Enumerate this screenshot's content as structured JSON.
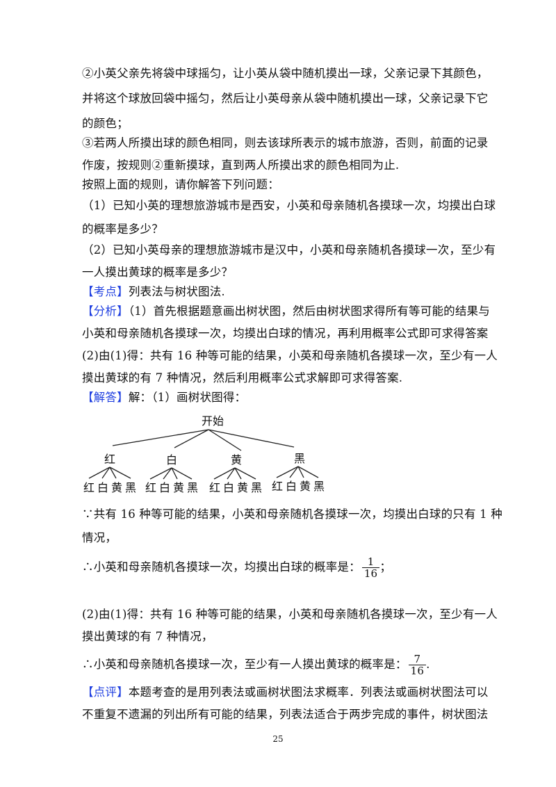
{
  "document": {
    "lines": [
      "②小英父亲先将袋中球摇匀，让小英从袋中随机摸出一球，父亲记录下其颜色，",
      "并将这个球放回袋中摇匀，然后让小英母亲从袋中随机摸出一球，父亲记录下它",
      "的颜色；",
      "③若两人所摸出球的颜色相同，则去该球所表示的城市旅游，否则，前面的记录",
      "作废，按规则②重新摸球，直到两人所摸出求的颜色相同为止.",
      "按照上面的规则，请你解答下列问题：",
      "（1）已知小英的理想旅游城市是西安，小英和母亲随机各摸球一次，均摸出白球",
      "的概率是多少？",
      "（2）已知小英母亲的理想旅游城市是汉中，小英和母亲随机各摸球一次，至少有",
      "一人摸出黄球的概率是多少？"
    ],
    "kaodian": {
      "tag": "【考点】",
      "text": "列表法与树状图法."
    },
    "fenxi": {
      "tag": "【分析】",
      "line1": "（1）首先根据题意画出树状图，然后由树状图求得所有等可能的结果与",
      "line2": "小英和母亲随机各摸球一次，均摸出白球的情况，再利用概率公式即可求得答案",
      "line3": "(2)由(1)得：共有 16 种等可能的结果，小英和母亲随机各摸球一次，至少有一人",
      "line4": "摸出黄球的有 7 种情况，然后利用概率公式求解即可求得答案."
    },
    "jieda": {
      "tag": "【解答】",
      "text": "解：（1）画树状图得："
    },
    "tree": {
      "root": "开始",
      "level1": [
        "红",
        "白",
        "黄",
        "黑"
      ],
      "level2": [
        "红",
        "白",
        "黄",
        "黑"
      ]
    },
    "solution": {
      "s1_line1": "∵共有 16 种等可能的结果，小英和母亲随机各摸球一次，均摸出白球的只有 1 种",
      "s1_line2": "情况，",
      "s1_line3": "∴小英和母亲随机各摸球一次，均摸出白球的概率是：",
      "s1_frac": {
        "num": "1",
        "den": "16"
      },
      "s1_end": "；",
      "s2_line1": "(2)由(1)得：共有 16 种等可能的结果，小英和母亲随机各摸球一次，至少有一人",
      "s2_line2": "摸出黄球的有 7 种情况，",
      "s2_line3": "∴小英和母亲随机各摸球一次，至少有一人摸出黄球的概率是：",
      "s2_frac": {
        "num": "7",
        "den": "16"
      },
      "s2_end": "."
    },
    "dianping": {
      "tag": "【点评】",
      "line1": "本题考查的是用列表法或画树状图法求概率．列表法或画树状图法可以",
      "line2": "不重复不遗漏的列出所有可能的结果，列表法适合于两步完成的事件，树状图法"
    },
    "page_number": "25"
  },
  "colors": {
    "tag_blue": "#1f3fe0",
    "text": "#111111"
  }
}
